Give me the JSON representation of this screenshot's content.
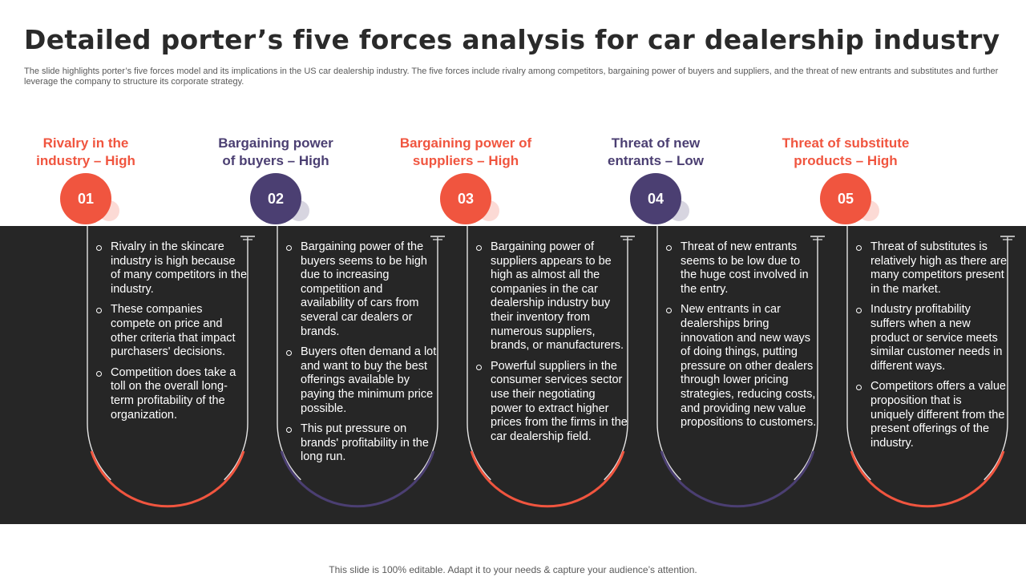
{
  "title": "Detailed porter’s five forces analysis for car dealership industry",
  "subtitle": "The slide highlights porter’s five forces model and its implications in the US car dealership industry. The five forces include rivalry among competitors, bargaining power of buyers and suppliers, and the threat of new entrants and substitutes and further leverage the company to structure its corporate strategy.",
  "colors": {
    "red": "#F0553F",
    "purple": "#4B3F72",
    "band": "#262626"
  },
  "forces": [
    {
      "number": "01",
      "heading_line1": "Rivalry in the",
      "heading_line2": "industry – High",
      "accent": "red",
      "bullets": [
        "Rivalry in the skincare industry is high because of many competitors in the industry.",
        "These companies compete on price and other criteria that impact purchasers' decisions.",
        "Competition does take a toll on the overall long-term profitability of the organization."
      ]
    },
    {
      "number": "02",
      "heading_line1": "Bargaining power",
      "heading_line2": "of buyers – High",
      "accent": "purple",
      "bullets": [
        "Bargaining power of the buyers seems to be high due to increasing competition and availability  of cars from several car dealers or brands.",
        "Buyers often demand a lot and want to buy the best offerings available by paying the minimum price possible.",
        "This put pressure on brands' profitability in the long run."
      ]
    },
    {
      "number": "03",
      "heading_line1": "Bargaining power of",
      "heading_line2": "suppliers – High",
      "accent": "red",
      "bullets": [
        "Bargaining power of suppliers appears to be high as almost all the companies in the car dealership industry buy their inventory from numerous suppliers, brands, or manufacturers.",
        "Powerful suppliers in the consumer services sector use their negotiating power to extract higher prices from the firms in the car dealership field."
      ]
    },
    {
      "number": "04",
      "heading_line1": "Threat of new",
      "heading_line2": "entrants – Low",
      "accent": "purple",
      "bullets": [
        "Threat of new entrants seems to be low due to the huge cost involved in the entry.",
        "New entrants in car dealerships bring innovation and new ways of doing things, putting pressure on other dealers through lower pricing strategies, reducing costs, and providing new value propositions to customers."
      ]
    },
    {
      "number": "05",
      "heading_line1": "Threat of substitute",
      "heading_line2": "products – High",
      "accent": "red",
      "bullets": [
        "Threat of substitutes is relatively high as there are many competitors present in the market.",
        "Industry profitability suffers when a new product or service meets similar customer needs in different ways.",
        "Competitors offers a value proposition that is uniquely different from the present offerings of the industry."
      ]
    }
  ],
  "footer": "This slide is 100% editable. Adapt it to your needs & capture your audience’s attention."
}
